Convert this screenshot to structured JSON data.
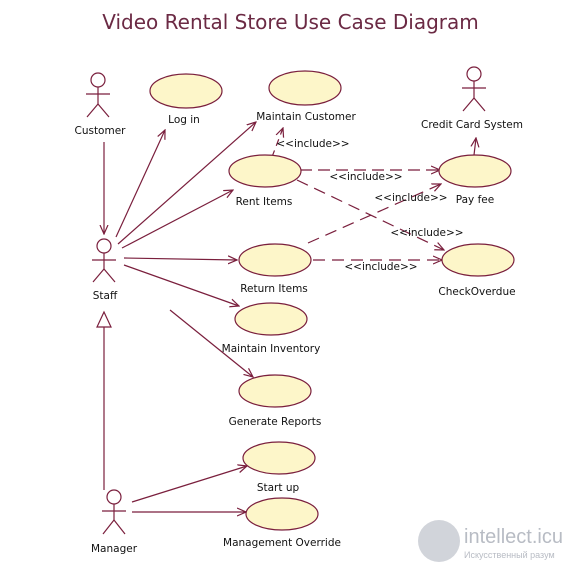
{
  "title": "Video Rental Store Use Case Diagram",
  "actors": {
    "customer": "Customer",
    "credit_card_system": "Credit Card System",
    "staff": "Staff",
    "manager": "Manager"
  },
  "use_cases": {
    "log_in": "Log in",
    "maintain_customer": "Maintain Customer",
    "rent_items": "Rent Items",
    "pay_fee": "Pay fee",
    "return_items": "Return Items",
    "check_overdue": "CheckOverdue",
    "maintain_inventory": "Maintain Inventory",
    "generate_reports": "Generate Reports",
    "start_up": "Start up",
    "management_override": "Management Override"
  },
  "stereotypes": {
    "rent_maintain": "<<include>>",
    "rent_pay": "<<include>>",
    "return_pay": "<<include>>",
    "rent_check": "<<include>>",
    "return_check": "<<include>>"
  },
  "watermark": {
    "brand": "intellect.icu",
    "tagline": "Искусственный разум"
  },
  "colors": {
    "line": "#7a1f3d",
    "ellipse_fill": "#fdf6c9",
    "title": "#6b2a44"
  }
}
